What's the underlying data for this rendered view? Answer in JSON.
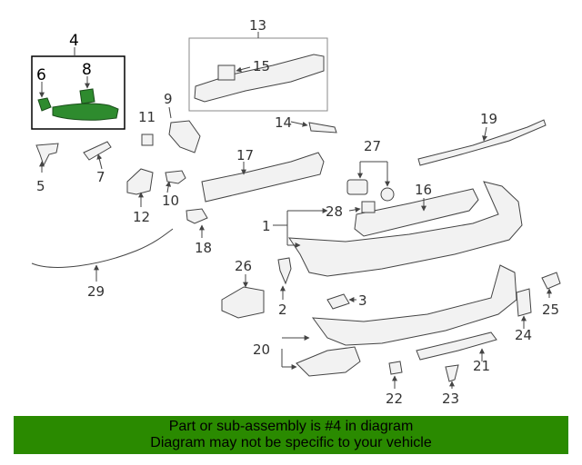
{
  "callouts": {
    "c1": "1",
    "c2": "2",
    "c3": "3",
    "c4": "4",
    "c5": "5",
    "c6": "6",
    "c7": "7",
    "c8": "8",
    "c9": "9",
    "c10": "10",
    "c11": "11",
    "c12": "12",
    "c13": "13",
    "c14": "14",
    "c15": "15",
    "c16": "16",
    "c17": "17",
    "c18": "18",
    "c19": "19",
    "c20": "20",
    "c21": "21",
    "c22": "22",
    "c23": "23",
    "c24": "24",
    "c25": "25",
    "c26": "26",
    "c27": "27",
    "c28": "28",
    "c29": "29"
  },
  "banner": {
    "line1": "Part or sub-assembly is #4 in diagram",
    "line2": "Diagram may not be specific to your vehicle"
  },
  "colors": {
    "banner_bg": "#2a8a00",
    "highlight": "#2e8b2e"
  }
}
